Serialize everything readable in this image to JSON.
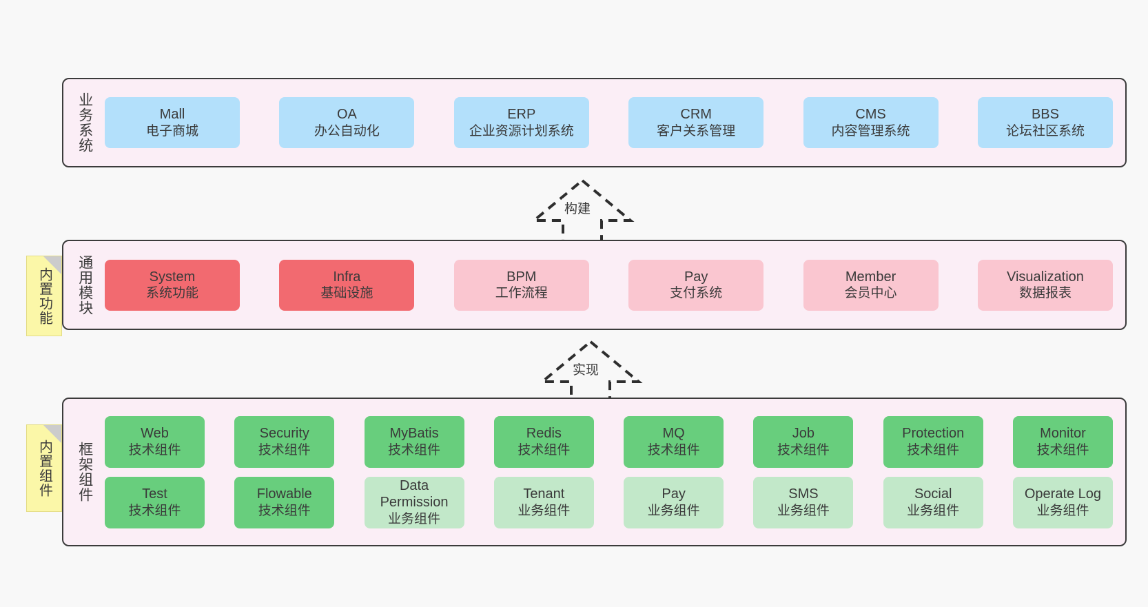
{
  "notes": [
    {
      "id": "builtin-function",
      "text": "内置功能"
    },
    {
      "id": "builtin-component",
      "text": "内置组件"
    }
  ],
  "connectors": [
    {
      "id": "build",
      "label": "构建",
      "style": "dashed-hollow-arrow-up"
    },
    {
      "id": "implement",
      "label": "实现",
      "style": "dashed-hollow-arrow-up"
    }
  ],
  "layers": [
    {
      "id": "business-systems",
      "title": "业务系统",
      "rows": [
        {
          "cards": [
            {
              "en": "Mall",
              "cn": "电子商城",
              "color": "blue"
            },
            {
              "en": "OA",
              "cn": "办公自动化",
              "color": "blue"
            },
            {
              "en": "ERP",
              "cn": "企业资源计划系统",
              "color": "blue"
            },
            {
              "en": "CRM",
              "cn": "客户关系管理",
              "color": "blue"
            },
            {
              "en": "CMS",
              "cn": "内容管理系统",
              "color": "blue"
            },
            {
              "en": "BBS",
              "cn": "论坛社区系统",
              "color": "blue"
            }
          ]
        }
      ]
    },
    {
      "id": "common-modules",
      "title": "通用模块",
      "rows": [
        {
          "cards": [
            {
              "en": "System",
              "cn": "系统功能",
              "color": "red"
            },
            {
              "en": "Infra",
              "cn": "基础设施",
              "color": "red"
            },
            {
              "en": "BPM",
              "cn": "工作流程",
              "color": "pink"
            },
            {
              "en": "Pay",
              "cn": "支付系统",
              "color": "pink"
            },
            {
              "en": "Member",
              "cn": "会员中心",
              "color": "pink"
            },
            {
              "en": "Visualization",
              "cn": "数据报表",
              "color": "pink"
            }
          ]
        }
      ]
    },
    {
      "id": "framework-components",
      "title": "框架组件",
      "rows": [
        {
          "cards": [
            {
              "en": "Web",
              "cn": "技术组件",
              "color": "green"
            },
            {
              "en": "Security",
              "cn": "技术组件",
              "color": "green"
            },
            {
              "en": "MyBatis",
              "cn": "技术组件",
              "color": "green"
            },
            {
              "en": "Redis",
              "cn": "技术组件",
              "color": "green"
            },
            {
              "en": "MQ",
              "cn": "技术组件",
              "color": "green"
            },
            {
              "en": "Job",
              "cn": "技术组件",
              "color": "green"
            },
            {
              "en": "Protection",
              "cn": "技术组件",
              "color": "green"
            },
            {
              "en": "Monitor",
              "cn": "技术组件",
              "color": "green"
            }
          ]
        },
        {
          "cards": [
            {
              "en": "Test",
              "cn": "技术组件",
              "color": "green"
            },
            {
              "en": "Flowable",
              "cn": "技术组件",
              "color": "green"
            },
            {
              "en": "Data Permission",
              "cn": "业务组件",
              "color": "mint"
            },
            {
              "en": "Tenant",
              "cn": "业务组件",
              "color": "mint"
            },
            {
              "en": "Pay",
              "cn": "业务组件",
              "color": "mint"
            },
            {
              "en": "SMS",
              "cn": "业务组件",
              "color": "mint"
            },
            {
              "en": "Social",
              "cn": "业务组件",
              "color": "mint"
            },
            {
              "en": "Operate Log",
              "cn": "业务组件",
              "color": "mint"
            }
          ]
        }
      ]
    }
  ],
  "colors": {
    "canvas": "#f8f8f8",
    "panel_fill": "#fbeef6",
    "panel_border": "#3b3b3b",
    "blue": "#b3e0fb",
    "red": "#f26a70",
    "pink": "#fac6d0",
    "green": "#68ce7d",
    "mint": "#c2e8c9",
    "note_fill": "#fbf7a8",
    "note_fold": "#cccccc"
  }
}
